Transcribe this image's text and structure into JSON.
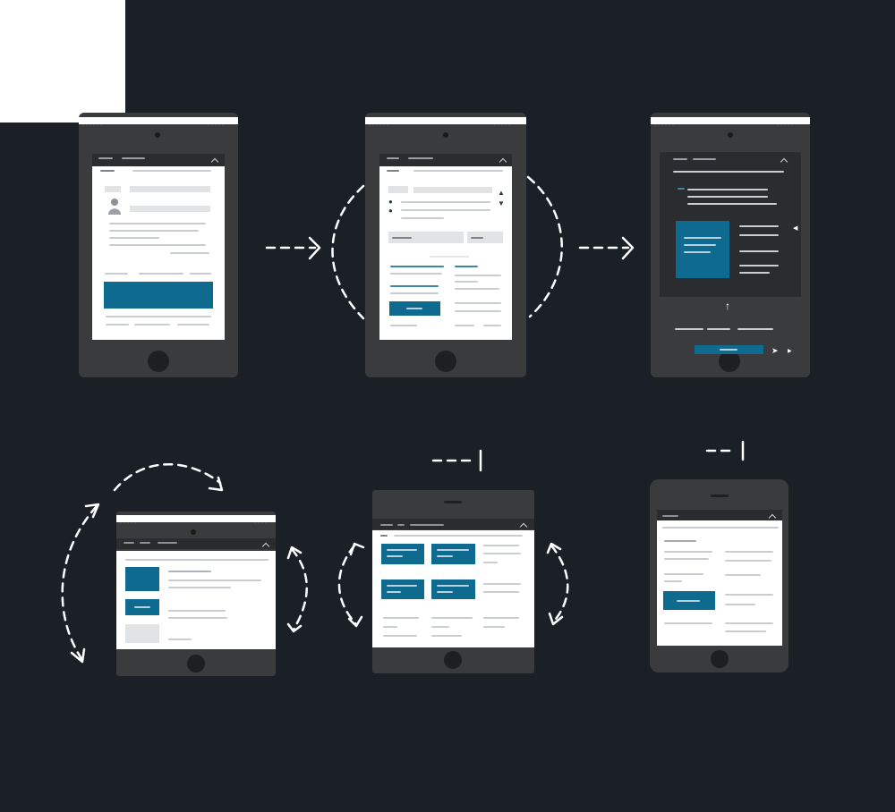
{
  "colors": {
    "background": "#1b2027",
    "device_frame": "#3a3b3d",
    "screen": "#ffffff",
    "accent": "#0f6a8f",
    "placeholder_line": "#c9cdd2",
    "connector": "#ffffff"
  },
  "icons": {
    "arrow": "dashed-arrow-icon",
    "rotate": "rotate-arrows-icon",
    "chevron": "chevron-up-icon",
    "avatar": "avatar-icon",
    "up_arrow": "up-arrow-icon",
    "send": "send-icon"
  },
  "screens": [
    {
      "id": "tablet-1",
      "frame": "portrait-tablet",
      "content": "form-with-avatar-and-banner"
    },
    {
      "id": "tablet-2",
      "frame": "portrait-tablet",
      "content": "form-with-fields-and-button"
    },
    {
      "id": "tablet-3",
      "frame": "portrait-tablet",
      "content": "dialog-with-card"
    },
    {
      "id": "tablet-4",
      "frame": "landscape-tablet",
      "content": "list-with-thumbnails"
    },
    {
      "id": "tablet-5",
      "frame": "landscape-tablet",
      "content": "grid-of-cards"
    },
    {
      "id": "tablet-6",
      "frame": "phone",
      "content": "article-with-button"
    }
  ]
}
